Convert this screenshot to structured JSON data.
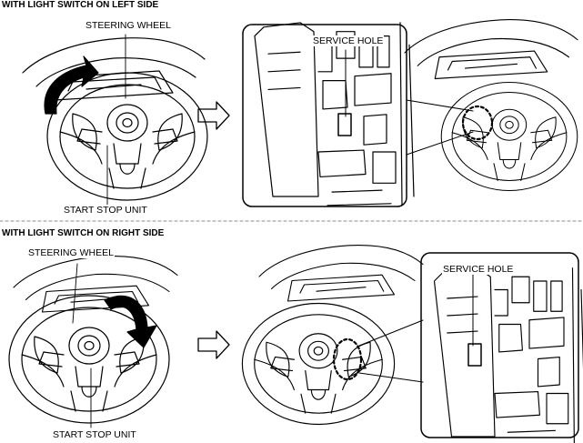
{
  "top_section": {
    "heading": "WITH LIGHT SWITCH ON LEFT SIDE",
    "steering_wheel_label": "STEERING WHEEL",
    "start_stop_label": "START STOP UNIT",
    "service_hole_label": "SERVICE HOLE"
  },
  "bottom_section": {
    "heading": "WITH LIGHT SWITCH ON RIGHT SIDE",
    "steering_wheel_label": "STEERING WHEEL",
    "start_stop_label": "START STOP UNIT",
    "service_hole_label": "SERVICE HOLE"
  }
}
